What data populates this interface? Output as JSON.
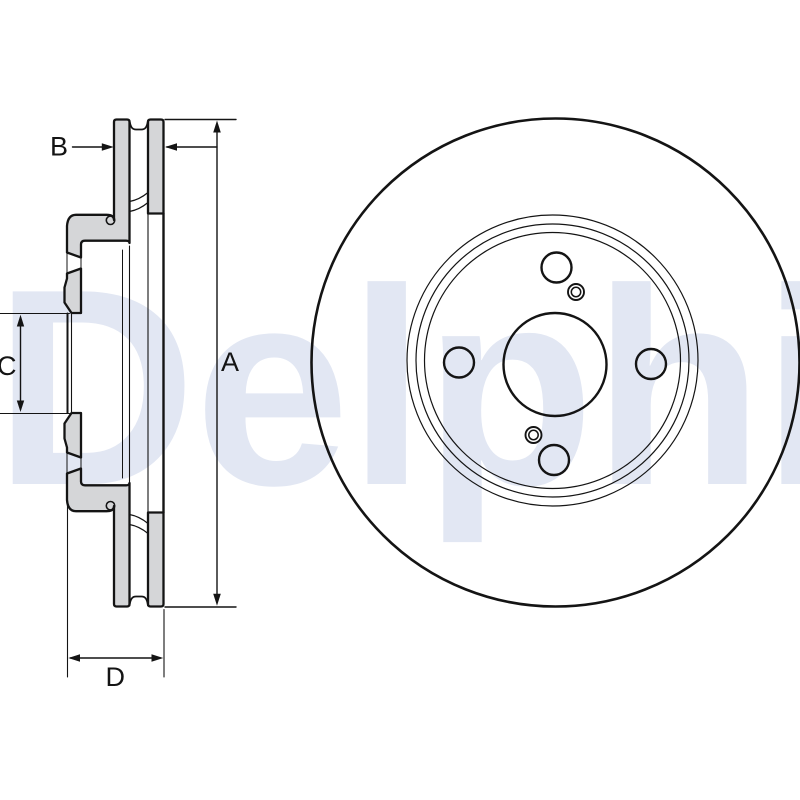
{
  "watermark": {
    "text": "Delphi"
  },
  "dimensions": {
    "a_label": "A",
    "b_label": "B",
    "c_label": "C",
    "d_label": "D"
  },
  "colors": {
    "watermark": "#e2e7f3",
    "section_fill": "#d5d6d8",
    "line": "#141414"
  }
}
